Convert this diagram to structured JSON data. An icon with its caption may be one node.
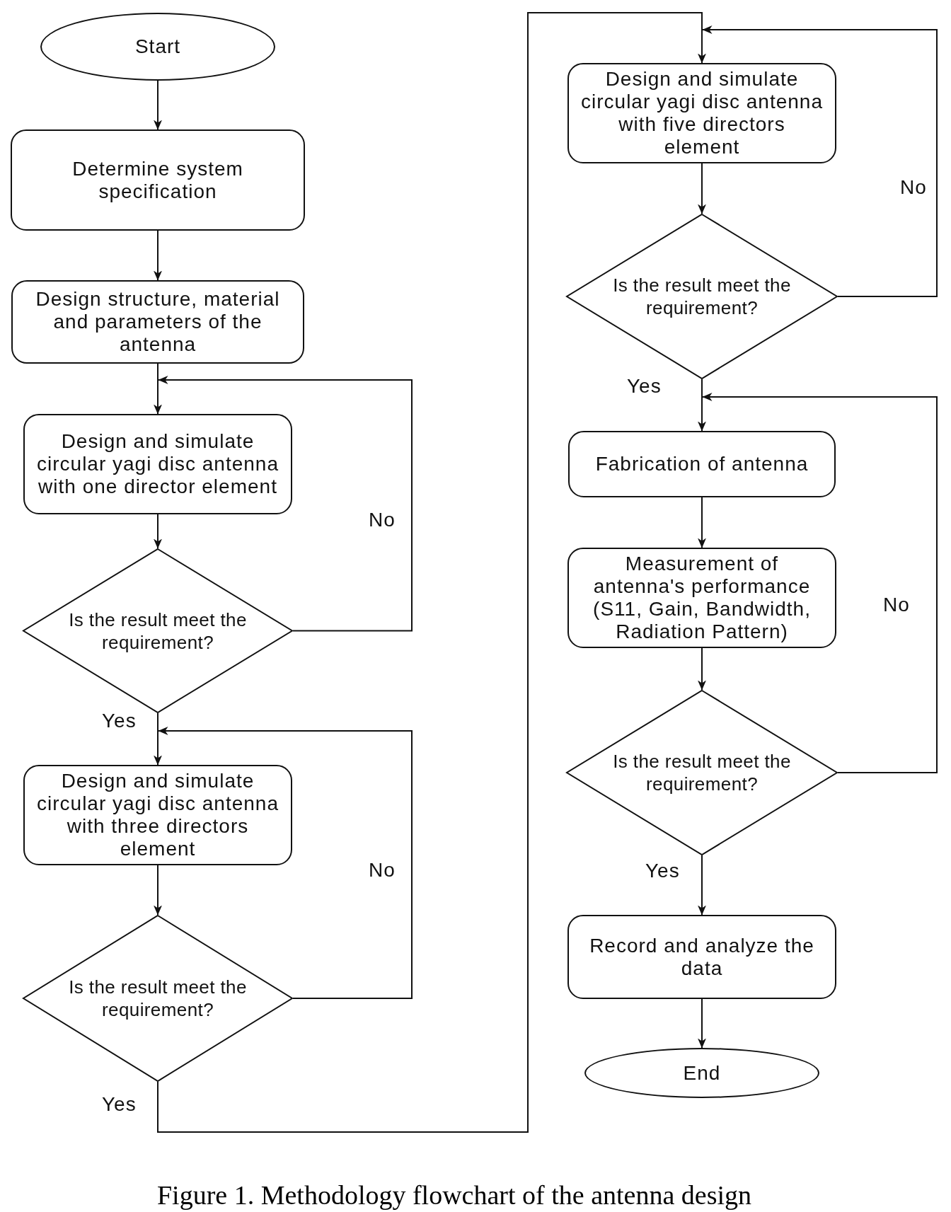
{
  "diagram": {
    "caption": "Figure 1. Methodology flowchart of the antenna design",
    "nodes": [
      {
        "text": [
          "Start"
        ]
      },
      {
        "text": [
          "Determine system specification"
        ]
      },
      {
        "text": [
          "Design structure, material and parameters of the antenna"
        ]
      },
      {
        "text": [
          "Design and simulate circular yagi disc antenna with one director element"
        ]
      },
      {
        "text": [
          "Is the result meet the requirement?"
        ]
      },
      {
        "text": [
          "Design and simulate circular yagi disc antenna with three directors element"
        ]
      },
      {
        "text": [
          "Is the result meet the requirement?"
        ]
      },
      {
        "text": [
          "Design and simulate circular yagi disc antenna with five directors element"
        ]
      },
      {
        "text": [
          "Is the result meet the requirement?"
        ]
      },
      {
        "text": [
          "Fabrication of antenna"
        ]
      },
      {
        "text": [
          "Measurement of antenna's performance (S11, Gain, Bandwidth, Radiation Pattern)"
        ]
      },
      {
        "text": [
          "Is the result meet the requirement?"
        ]
      },
      {
        "text": [
          "Record and analyze the data"
        ]
      },
      {
        "text": [
          "End"
        ]
      }
    ],
    "edges": [
      {
        "from": 0,
        "to": 1,
        "arrow": "to"
      },
      {
        "from": 1,
        "to": 2,
        "arrow": "to"
      },
      {
        "from": 2,
        "to": 3,
        "arrow": "to"
      },
      {
        "from": 3,
        "to": 4,
        "arrow": "to"
      },
      {
        "from": 4,
        "to": 3,
        "arrow": "to",
        "label": "No"
      },
      {
        "from": 4,
        "to": 5,
        "arrow": "to",
        "label": "Yes"
      },
      {
        "from": 5,
        "to": 6,
        "arrow": "to"
      },
      {
        "from": 6,
        "to": 5,
        "arrow": "to",
        "label": "No"
      },
      {
        "from": 6,
        "to": 7,
        "arrow": "to",
        "label": "Yes"
      },
      {
        "from": 7,
        "to": 8,
        "arrow": "to"
      },
      {
        "from": 8,
        "to": 7,
        "arrow": "to",
        "label": "No"
      },
      {
        "from": 8,
        "to": 9,
        "arrow": "to",
        "label": "Yes"
      },
      {
        "from": 9,
        "to": 10,
        "arrow": "to"
      },
      {
        "from": 10,
        "to": 11,
        "arrow": "to"
      },
      {
        "from": 11,
        "to": 9,
        "arrow": "to",
        "label": "No"
      },
      {
        "from": 11,
        "to": 12,
        "arrow": "to",
        "label": "Yes"
      },
      {
        "from": 12,
        "to": 13,
        "arrow": "to"
      }
    ]
  }
}
